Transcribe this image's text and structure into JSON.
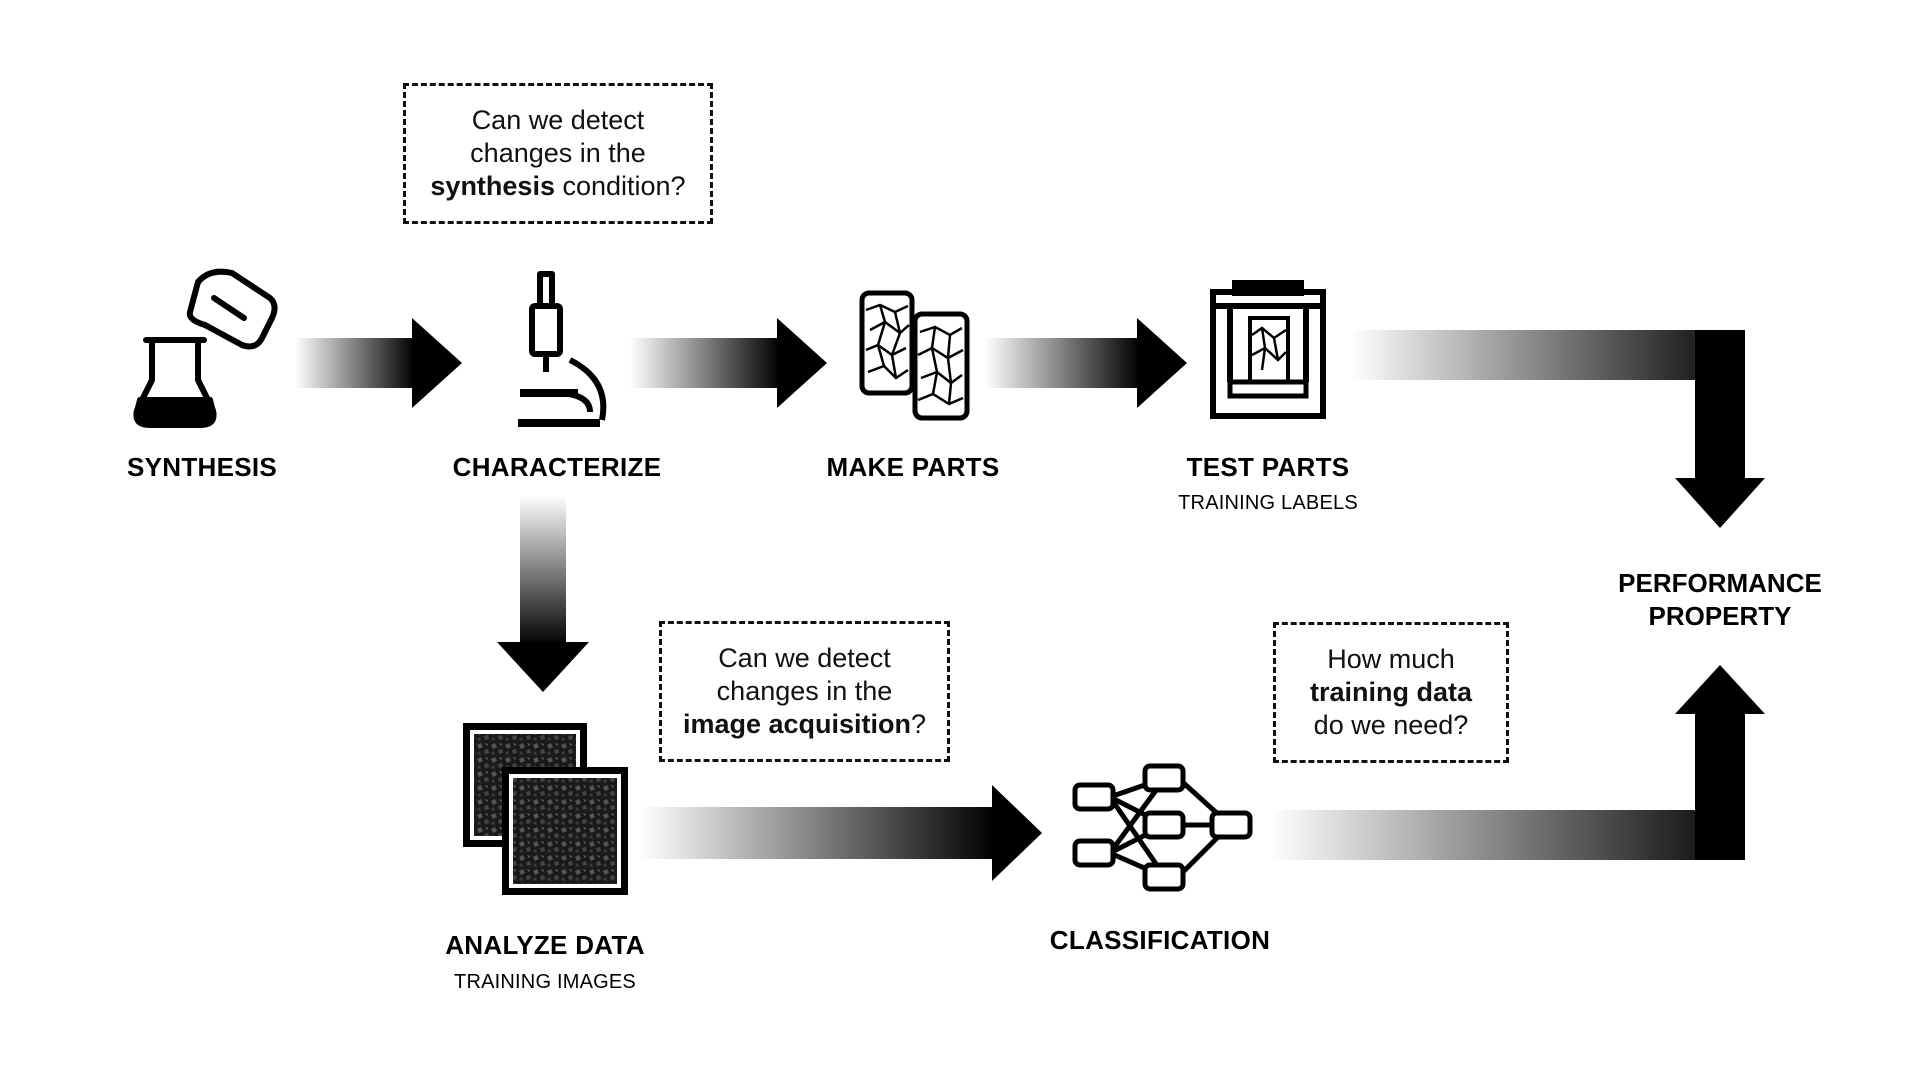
{
  "stages": {
    "synthesis": "SYNTHESIS",
    "characterize": "CHARACTERIZE",
    "make_parts": "MAKE PARTS",
    "test_parts": "TEST PARTS",
    "test_parts_sub": "TRAINING LABELS",
    "analyze_data": "ANALYZE DATA",
    "analyze_data_sub": "TRAINING IMAGES",
    "classification": "CLASSIFICATION",
    "performance_line1": "PERFORMANCE",
    "performance_line2": "PROPERTY"
  },
  "questions": {
    "synthesis": {
      "line1": "Can we detect",
      "line2": "changes in the",
      "bold": "synthesis",
      "rest": " condition?"
    },
    "acquisition": {
      "line1": "Can we detect",
      "line2": "changes in the",
      "bold": "image acquisition",
      "rest": "?"
    },
    "training": {
      "line1": "How much",
      "bold": "training data",
      "line3": "do we need?"
    }
  },
  "icons": {
    "synthesis": "flask-and-beaker-icon",
    "characterize": "microscope-icon",
    "make_parts": "cylindrical-parts-icon",
    "test_parts": "test-press-icon",
    "analyze_data": "micrograph-images-icon",
    "classification": "neural-network-icon"
  },
  "colors": {
    "ink": "#000000",
    "background": "#ffffff"
  }
}
